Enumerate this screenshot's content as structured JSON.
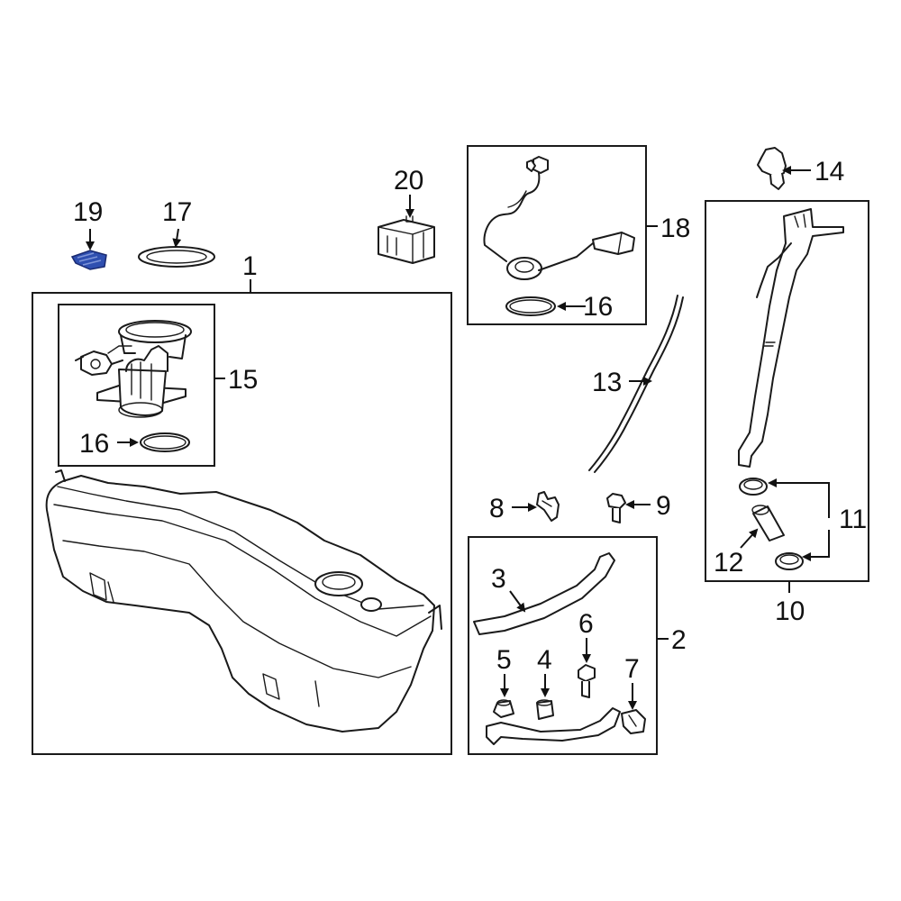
{
  "callouts": {
    "c1": "1",
    "c2": "2",
    "c3": "3",
    "c4": "4",
    "c5": "5",
    "c6": "6",
    "c7": "7",
    "c8": "8",
    "c9": "9",
    "c10": "10",
    "c11": "11",
    "c12": "12",
    "c13": "13",
    "c14": "14",
    "c15": "15",
    "c16a": "16",
    "c16b": "16",
    "c17": "17",
    "c18": "18",
    "c19": "19",
    "c20": "20"
  },
  "colors": {
    "line": "#1a1a1a",
    "highlight": "#2f4fb0",
    "background": "#ffffff"
  }
}
